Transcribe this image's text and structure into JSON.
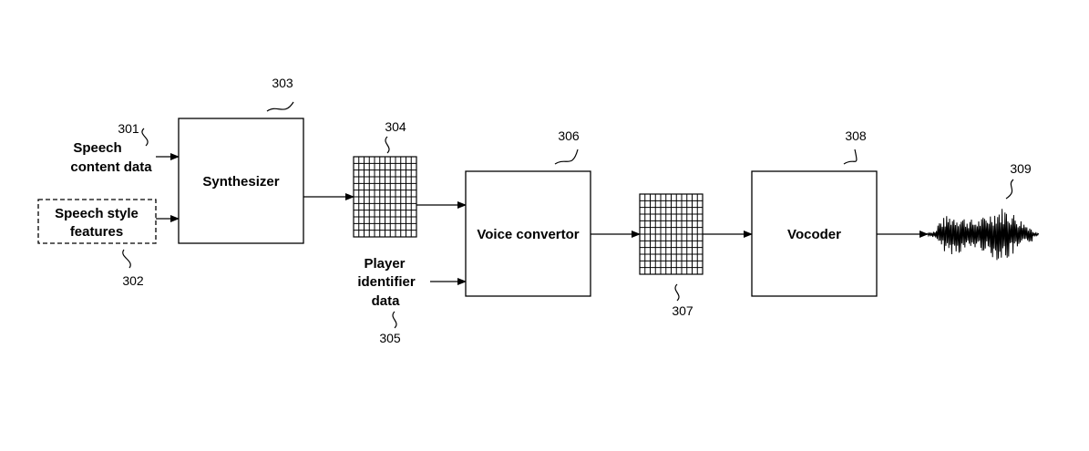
{
  "blocks": {
    "synthesizer": "Synthesizer",
    "voice_convertor": "Voice convertor",
    "vocoder": "Vocoder"
  },
  "inputs": {
    "speech_content": [
      "Speech",
      "content data"
    ],
    "speech_style": [
      "Speech style",
      "features"
    ],
    "player_identifier": [
      "Player",
      "identifier",
      "data"
    ]
  },
  "refs": {
    "r301": "301",
    "r302": "302",
    "r303": "303",
    "r304": "304",
    "r305": "305",
    "r306": "306",
    "r307": "307",
    "r308": "308",
    "r309": "309"
  }
}
